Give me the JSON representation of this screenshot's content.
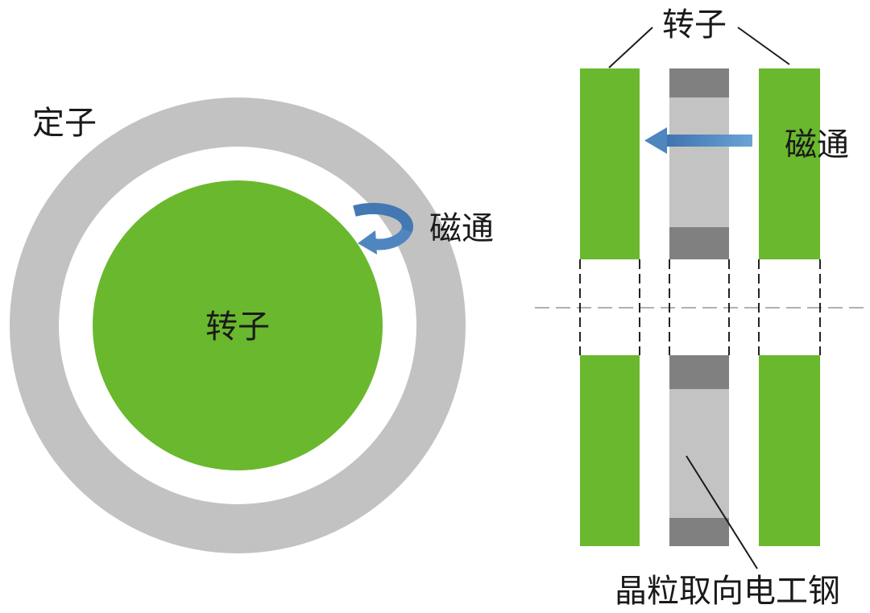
{
  "left_view": {
    "stator_label": "定子",
    "rotor_label": "转子",
    "flux_label": "磁通"
  },
  "right_view": {
    "rotor_label": "转子",
    "flux_label": "磁通",
    "steel_label": "晶粒取向电工钢"
  },
  "colors": {
    "rotor_green": "#6ab82e",
    "stator_gray": "#c2c2c2",
    "steel_light": "#c3c3c3",
    "steel_dark": "#808080",
    "flux_arrow": "#4f86c0",
    "centerline": "#b0b0b0"
  }
}
